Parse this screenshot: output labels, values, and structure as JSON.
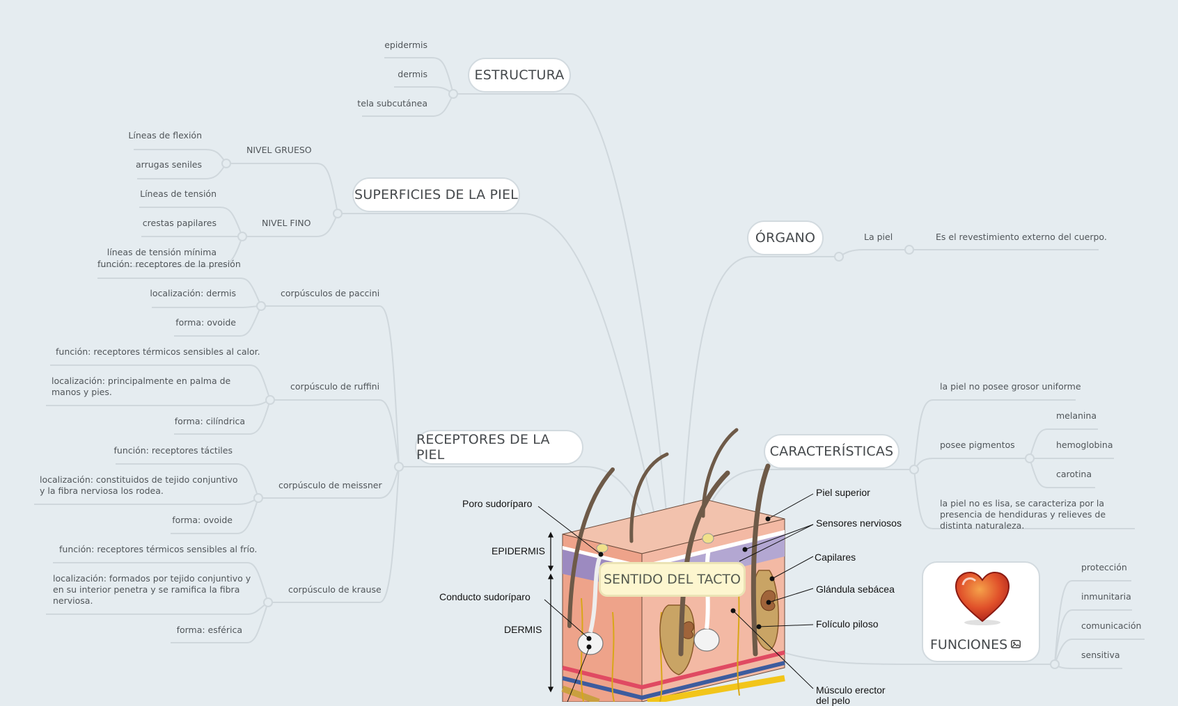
{
  "central": {
    "label": "SENTIDO DEL TACTO"
  },
  "branches": {
    "estructura": {
      "label": "ESTRUCTURA",
      "children": [
        "epidermis",
        "dermis",
        "tela subcutánea"
      ]
    },
    "superficies": {
      "label": "SUPERFICIES DE LA PIEL",
      "groups": [
        {
          "label": "NIVEL GRUESO",
          "children": [
            "Líneas de flexión",
            "arrugas seniles"
          ]
        },
        {
          "label": "NIVEL FINO",
          "children": [
            "Líneas de tensión",
            "crestas papilares",
            "líneas de tensión mínima"
          ]
        }
      ]
    },
    "receptores": {
      "label": "RECEPTORES DE LA PIEL",
      "groups": [
        {
          "label": "corpúsculos de paccini",
          "children": [
            "función: receptores de la presión",
            "localización: dermis",
            "forma: ovoide"
          ]
        },
        {
          "label": "corpúsculo de ruffini",
          "children": [
            "función: receptores térmicos sensibles al calor.",
            "localización: principalmente en palma de manos y pies.",
            "forma: cilíndrica"
          ]
        },
        {
          "label": "corpúsculo de meissner",
          "children": [
            "función: receptores táctiles",
            "localización: constituidos de tejido conjuntivo y la fibra nerviosa los rodea.",
            "forma: ovoide"
          ]
        },
        {
          "label": "corpúsculo de krause",
          "children": [
            "función: receptores térmicos sensibles al frío.",
            "localización:   formados por tejido conjuntivo y en su interior penetra y se ramifica la fibra nerviosa.",
            "forma: esférica"
          ]
        }
      ]
    },
    "organo": {
      "label": "ÓRGANO",
      "child": "La piel",
      "grandchild": "Es el revestimiento externo del cuerpo."
    },
    "caracteristicas": {
      "label": "CARACTERÍSTICAS",
      "children": [
        {
          "label": "la piel no posee grosor uniforme"
        },
        {
          "label": "posee pigmentos",
          "children": [
            "melanina",
            "hemoglobina",
            "carotina"
          ]
        },
        {
          "label": "la piel no es lisa, se caracteriza por la presencia de hendiduras y relieves de distinta naturaleza."
        }
      ]
    },
    "funciones": {
      "label": "FUNCIONES",
      "image_icon": "heart-icon",
      "attachment_icon": "image-icon",
      "children": [
        "protección",
        "inmunitaria",
        "comunicación",
        "sensitiva"
      ]
    }
  },
  "illustration": {
    "left_labels": [
      "Poro sudoríparo",
      "EPIDERMIS",
      "Conducto sudoríparo",
      "DERMIS"
    ],
    "right_labels": [
      "Piel superior",
      "Sensores nerviosos",
      "Capilares",
      "Glándula sebácea",
      "Folículo piloso",
      "Músculo erector del pelo"
    ]
  },
  "colors": {
    "background": "#e5ecf0",
    "link": "#cfd7dc",
    "node_border": "#d2dadf",
    "central_fill": "#fdf6cf",
    "text": "#505559"
  }
}
